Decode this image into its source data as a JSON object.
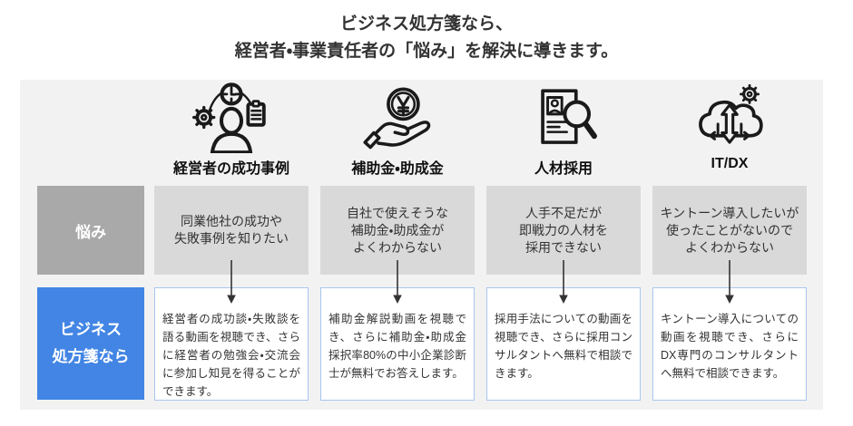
{
  "title": {
    "line1": "ビジネス処方箋なら、",
    "line2": "経営者・事業責任者の「悩み」を解決に導きます。"
  },
  "row_labels": {
    "problem": "悩み",
    "solution": "ビジネス\n処方箋なら"
  },
  "columns": [
    {
      "icon": "executive-icon",
      "header": "経営者の成功事例",
      "problem": "同業他社の成功や\n失敗事例を知りたい",
      "solution": "経営者の成功談・失敗談を語る動画を視聴でき、さらに経営者の勉強会・交流会に参加し知見を得ることができます。"
    },
    {
      "icon": "subsidy-icon",
      "header": "補助金・助成金",
      "problem": "自社で使えそうな\n補助金・助成金が\nよくわからない",
      "solution": "補助金解説動画を視聴でき、さらに補助金・助成金採択率80%の中小企業診断士が無料でお答えします。"
    },
    {
      "icon": "recruiting-icon",
      "header": "人材採用",
      "problem": "人手不足だが\n即戦力の人材を\n採用できない",
      "solution": "採用手法についての動画を視聴でき、さらに採用コンサルタントへ無料で相談できます。"
    },
    {
      "icon": "itdx-icon",
      "header": "IT/DX",
      "problem": "キントーン導入したいが\n使ったことがないので\nよくわからない",
      "solution": "キントーン導入についての動画を視聴でき、さらにDX専門のコンサルタントへ無料で相談できます。"
    }
  ],
  "colors": {
    "accent_blue": "#4285e4",
    "label_gray": "#a9a9a9",
    "problem_box_gray": "#d9d9d9",
    "panel_gray": "#f2f2f2",
    "solution_border_blue": "#a9c6ef",
    "text_dark": "#333333"
  }
}
